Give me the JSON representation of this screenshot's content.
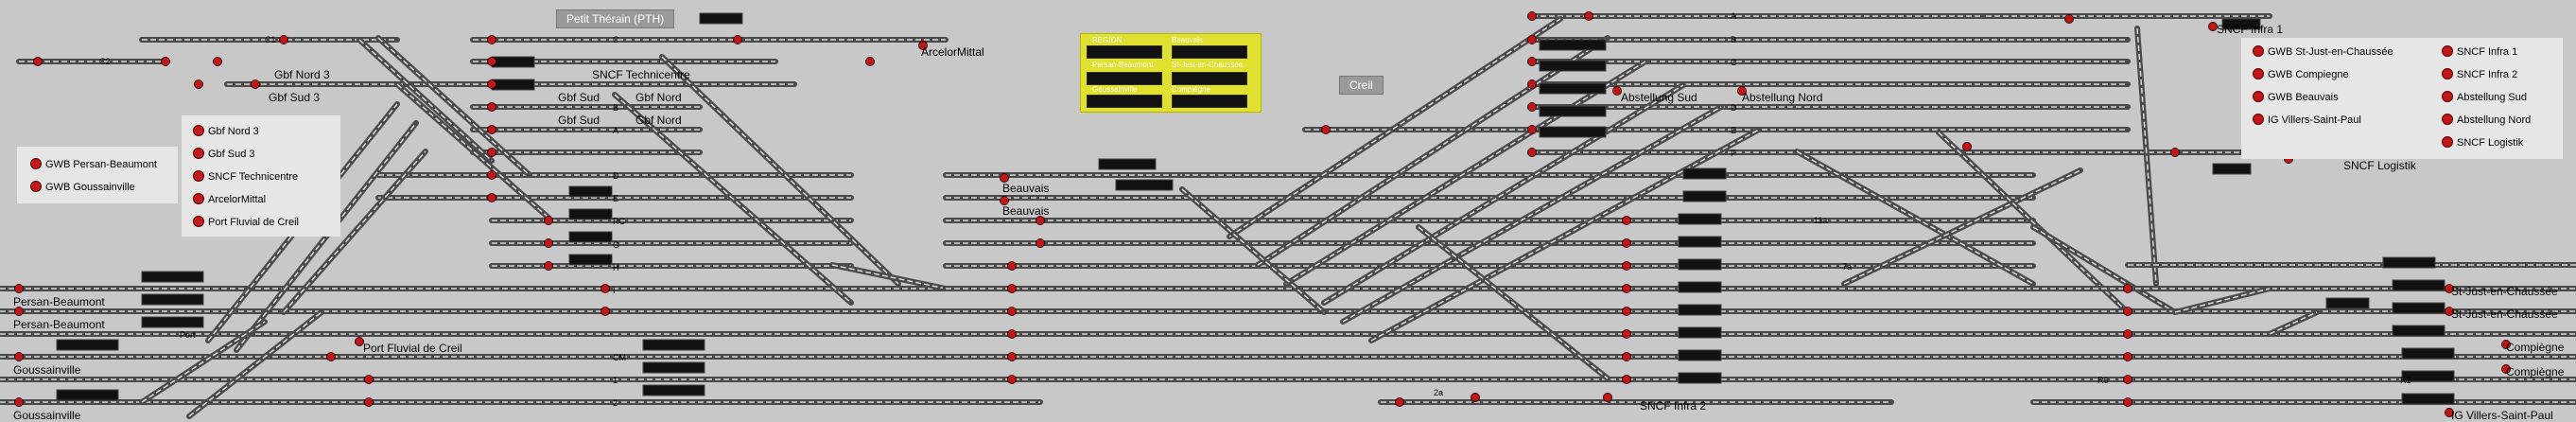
{
  "zones": {
    "petit_therain": "Petit Thérain (PTH)",
    "creil": "Creil"
  },
  "legend": {
    "region": "REGION",
    "beauvais": "Beauvais",
    "persan_beaumont": "Persan-Beaumont",
    "st_just": "St-Just-en-Chaussée",
    "goussainville": "Goussainville",
    "compiegne": "Compiègne"
  },
  "left_panel": [
    "GWB Persan-Beaumont",
    "GWB Goussainville"
  ],
  "center_panel": [
    "Gbf Nord 3",
    "Gbf Sud 3",
    "SNCF Technicentre",
    "ArcelorMittal",
    "Port Fluvial de Creil"
  ],
  "right_panel_a": [
    "GWB St-Just-en-Chaussée",
    "GWB Compiegne",
    "GWB Beauvais",
    "IG Villers-Saint-Paul"
  ],
  "right_panel_b": [
    "SNCF Infra 1",
    "SNCF Infra 2",
    "Abstellung Sud",
    "Abstellung Nord",
    "SNCF Logistik"
  ],
  "labels": {
    "persan_1": "Persan-Beaumont",
    "persan_2": "Persan-Beaumont",
    "gouss_1": "Goussainville",
    "gouss_2": "Goussainville",
    "port_fluvial": "Port Fluvial de Creil",
    "gbf_nord3": "Gbf Nord 3",
    "gbf_sud3": "Gbf Sud 3",
    "gbf_sud_a": "Gbf Sud",
    "gbf_sud_b": "Gbf Sud",
    "gbf_nord_a": "Gbf Nord",
    "gbf_nord_b": "Gbf Nord",
    "sncf_techni": "SNCF Technicentre",
    "arcelor": "ArcelorMittal",
    "beauvais_1": "Beauvais",
    "beauvais_2": "Beauvais",
    "abst_sud": "Abstellung Sud",
    "abst_nord": "Abstellung Nord",
    "sncf_infra1": "SNCF Infra 1",
    "sncf_infra2": "SNCF Infra 2",
    "sncf_logistik": "SNCF Logistik",
    "st_just_1": "St-Just-en-Chaussée",
    "st_just_2": "St-Just-en-Chaussée",
    "compiegne_1": "Compiègne",
    "compiegne_2": "Compiègne",
    "ig_villers": "IG Villers-Saint-Paul"
  },
  "track_letters": {
    "west": [
      "C1",
      "C2",
      "C",
      "A",
      "B",
      "D",
      "E",
      "RC",
      "G",
      "H",
      "I",
      "Port",
      "CM",
      "1",
      "2"
    ],
    "east": [
      "A",
      "B",
      "C",
      "D",
      "E",
      "F",
      "R6",
      "R2",
      "2a",
      "7a",
      "11a"
    ]
  },
  "colors": {
    "track": "#4a4a4a",
    "track_core": "#d8d8d8",
    "signal": "#c01818",
    "block": "#111111",
    "green": "#1a7a1a",
    "background": "#c8c8c8"
  }
}
